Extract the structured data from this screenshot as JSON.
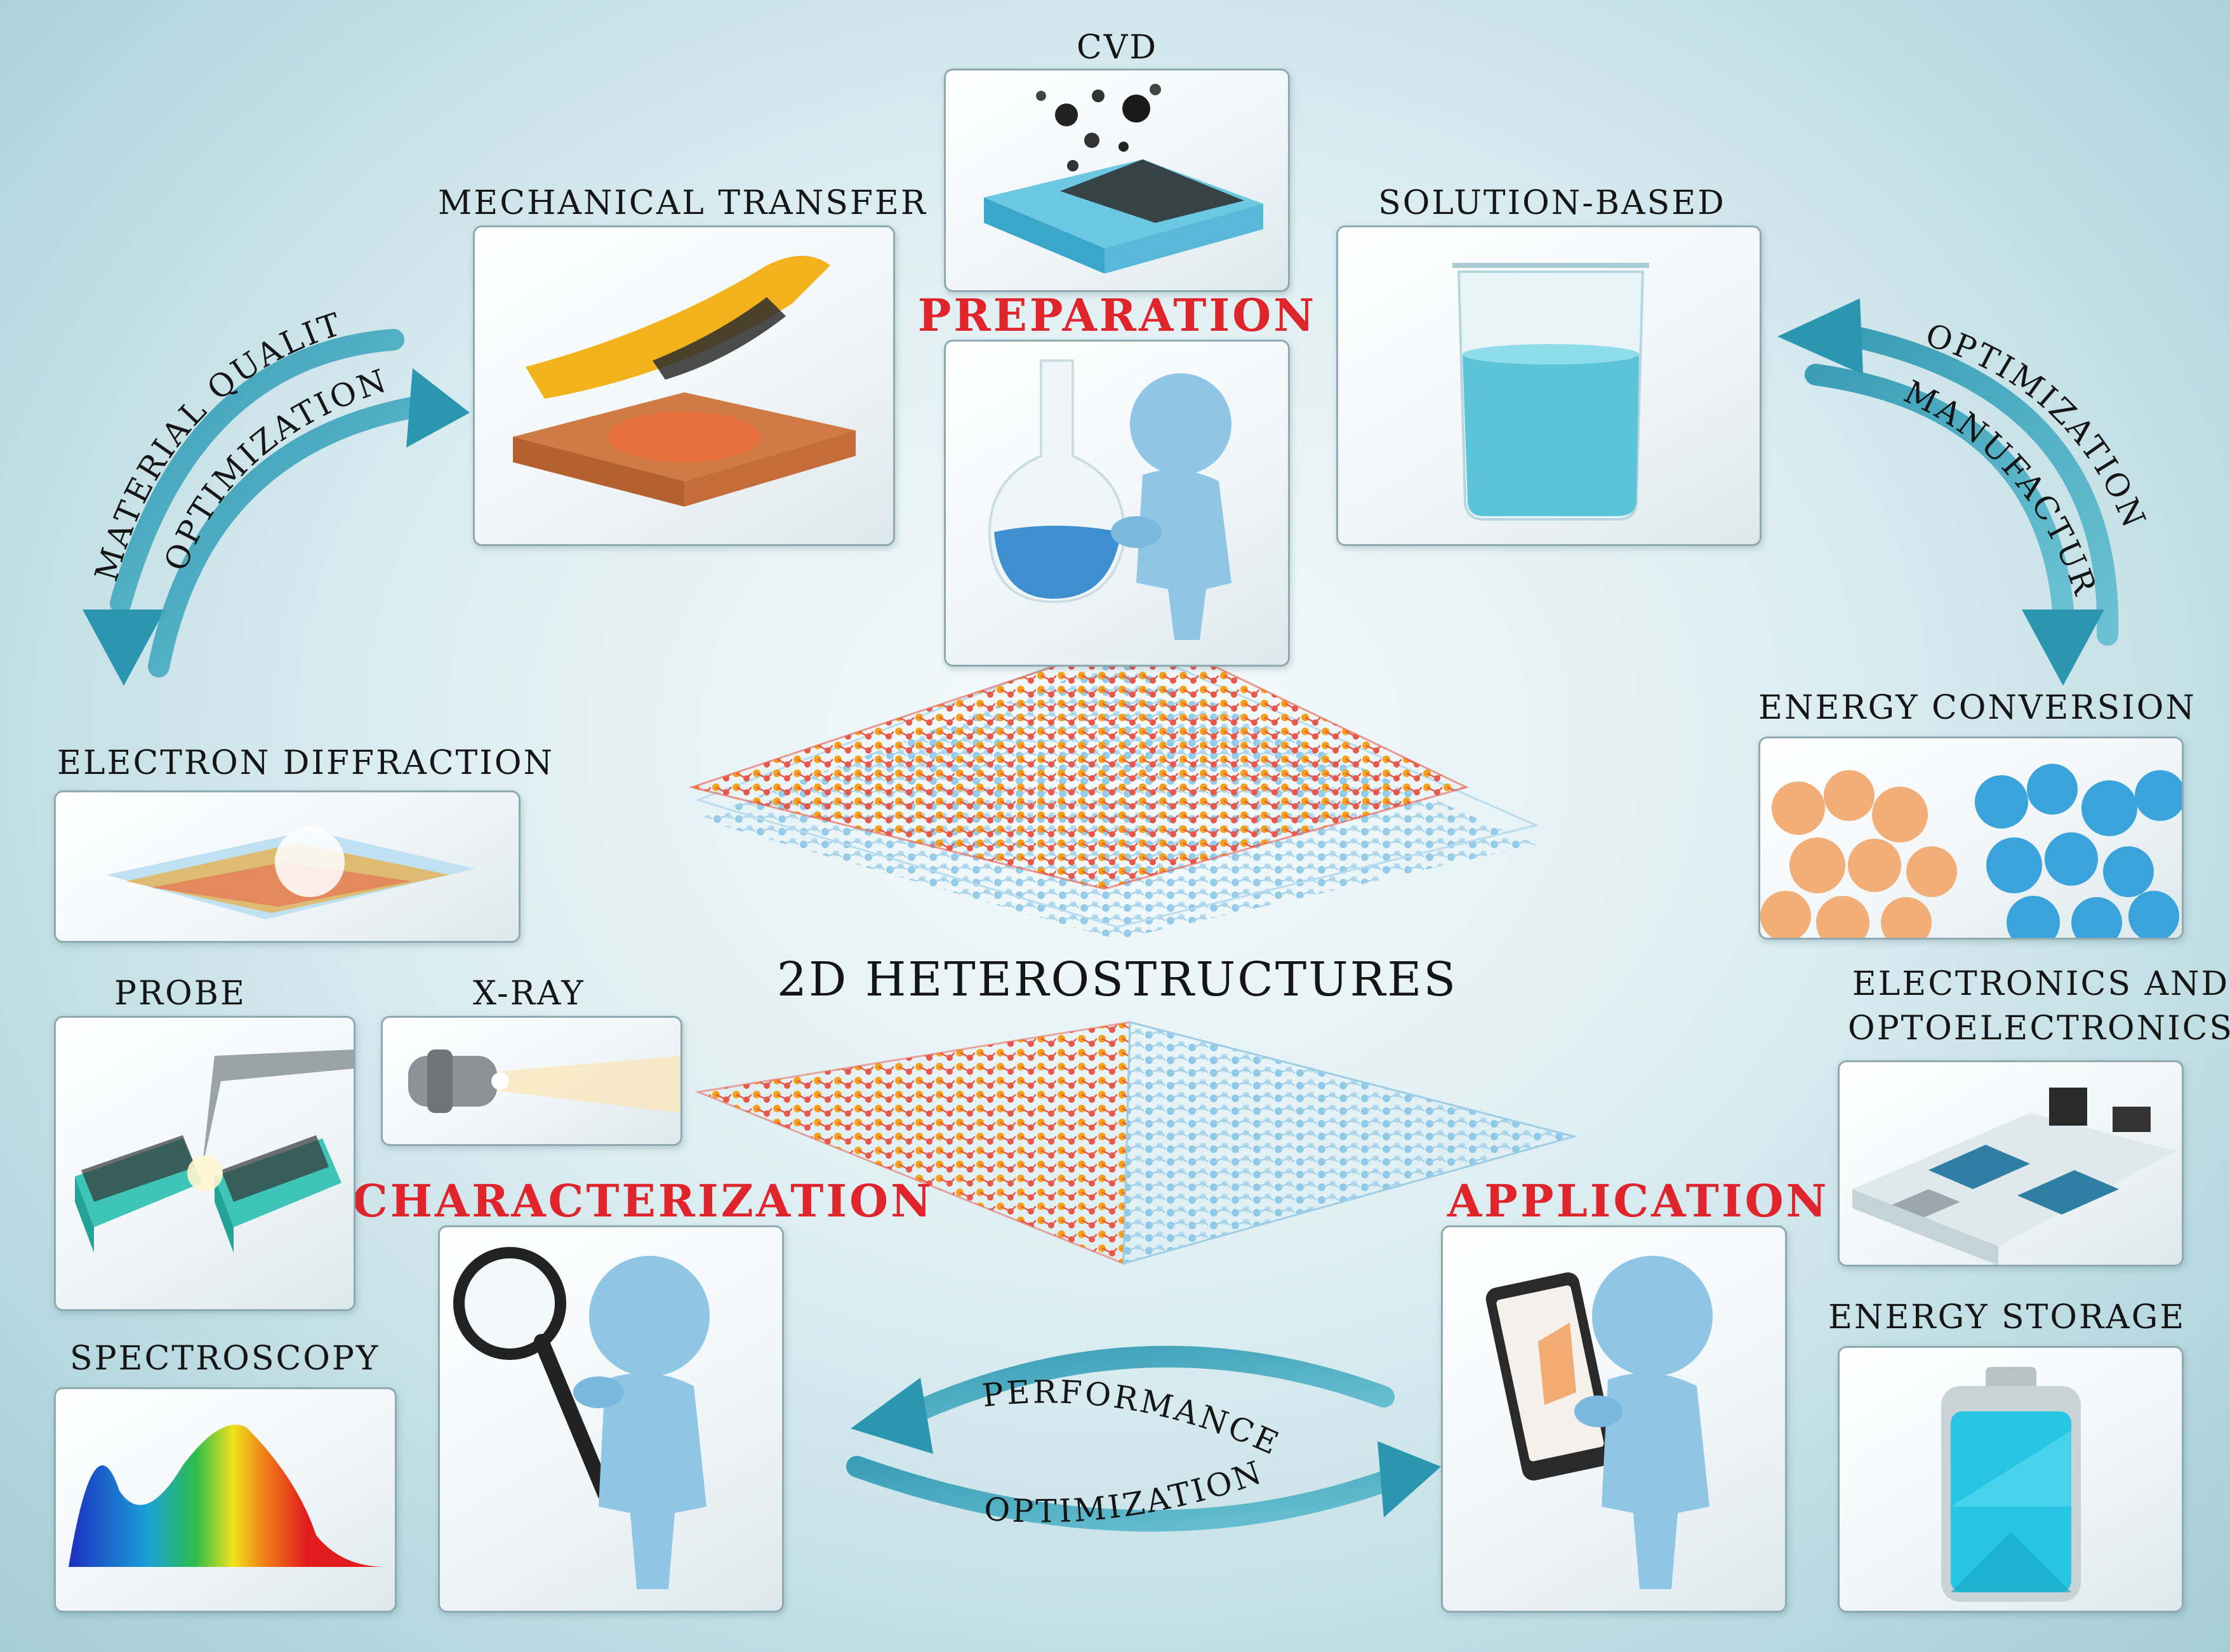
{
  "center_title": "2D HETEROSTRUCTURES",
  "sections": {
    "preparation": "PREPARATION",
    "characterization": "CHARACTERIZATION",
    "application": "APPLICATION"
  },
  "panels": {
    "cvd": "CVD",
    "mechanical_transfer": "MECHANICAL TRANSFER",
    "solution_based": "SOLUTION-BASED",
    "electron_diffraction": "ELECTRON DIFFRACTION",
    "probe": "PROBE",
    "xray": "X-RAY",
    "spectroscopy": "SPECTROSCOPY",
    "energy_conversion": "ENERGY CONVERSION",
    "electronics_line1": "ELECTRONICS AND",
    "electronics_line2": "OPTOELECTRONICS",
    "energy_storage": "ENERGY STORAGE"
  },
  "arrows": {
    "left_outer": "MATERIAL QUALITY",
    "left_inner": "OPTIMIZATION",
    "right_outer": "OPTIMIZATION",
    "right_inner": "MANUFACTURE",
    "bottom_upper": "PERFORMANCE",
    "bottom_lower": "OPTIMIZATION"
  },
  "colors": {
    "section_red": "#e0242b",
    "arrow_teal": "#2e9db5",
    "atom_orange": "#f5a21a",
    "atom_red": "#e8584a",
    "atom_blue": "#8ec9e8",
    "figure_blue": "#8fc6e6"
  }
}
